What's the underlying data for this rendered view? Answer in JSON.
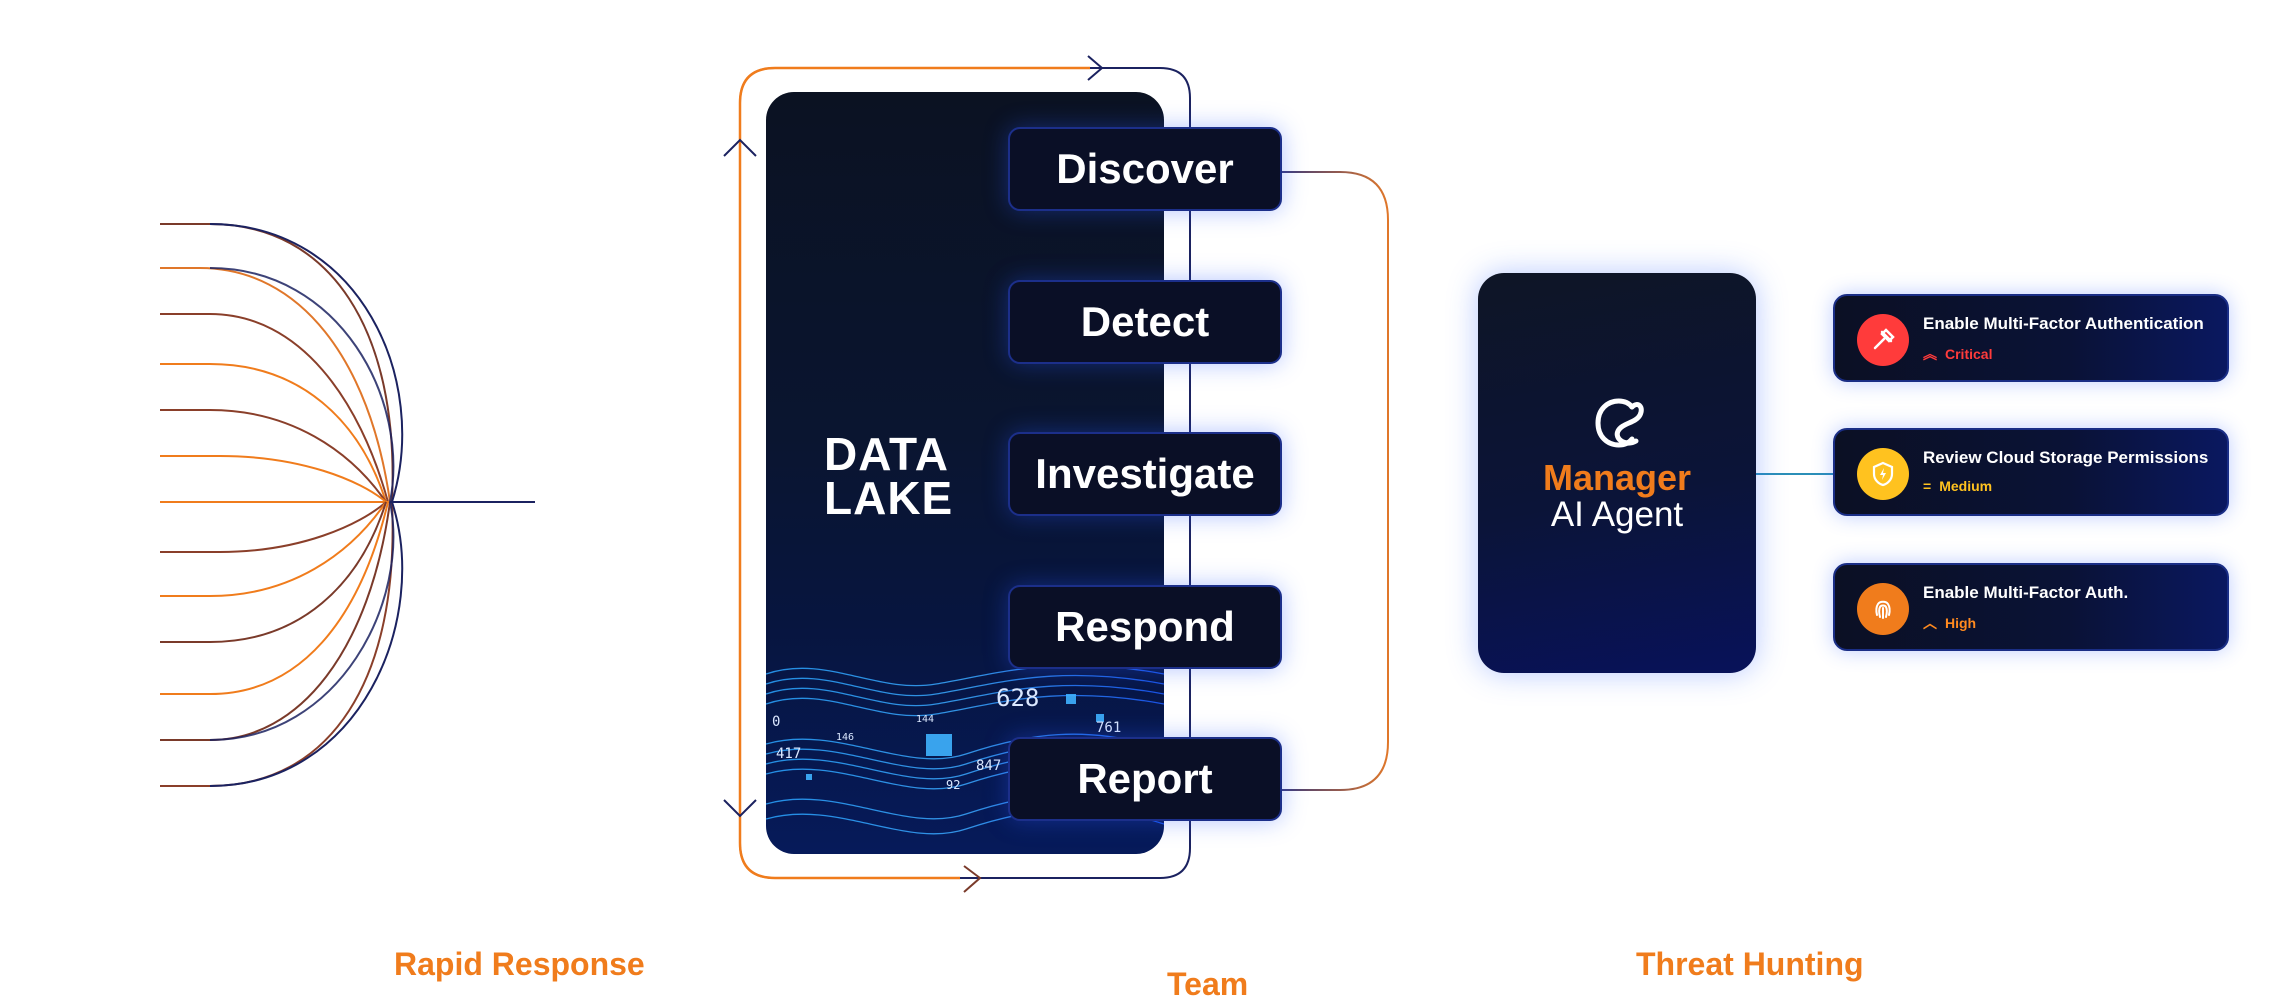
{
  "data_lake": {
    "title_line1": "DATA",
    "title_line2": "LAKE",
    "numbers": [
      "628",
      "761",
      "847",
      "92",
      "146",
      "144",
      "417",
      "0"
    ]
  },
  "steps": [
    {
      "label": "Discover"
    },
    {
      "label": "Detect"
    },
    {
      "label": "Investigate"
    },
    {
      "label": "Respond"
    },
    {
      "label": "Report"
    }
  ],
  "manager": {
    "line1": "Manager",
    "line2": "AI Agent",
    "icon": "c-logo-icon"
  },
  "tasks": [
    {
      "title": "Enable Multi-Factor Authentication",
      "severity": "Critical",
      "severity_color": "#ff3b3b",
      "icon_bg": "#ff3b3b",
      "icon": "tool-icon"
    },
    {
      "title": "Review Cloud Storage Permissions",
      "severity": "Medium",
      "severity_color": "#ffc21f",
      "icon_bg": "#ffc21f",
      "icon": "shield-bolt-icon"
    },
    {
      "title": "Enable Multi-Factor Auth.",
      "severity": "High",
      "severity_color": "#ff8a1f",
      "icon_bg": "#f07c1c",
      "icon": "fingerprint-icon"
    }
  ],
  "labels": {
    "left": "Rapid Response",
    "center": "Team",
    "right": "Threat Hunting"
  },
  "colors": {
    "accent": "#f07c1c",
    "navy": "#1b2260",
    "brown": "#7a3a2a"
  }
}
